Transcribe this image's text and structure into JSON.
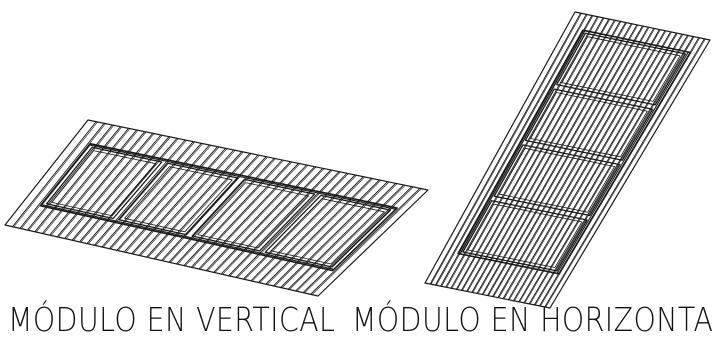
{
  "diagrams": [
    {
      "id": "vertical",
      "caption": "MÓDULO EN VERTICAL",
      "module_count": 4,
      "stroke_color": "#1a1a1a"
    },
    {
      "id": "horizontal",
      "caption": "MÓDULO EN HORIZONTAL",
      "module_count": 4,
      "stroke_color": "#1a1a1a"
    }
  ]
}
